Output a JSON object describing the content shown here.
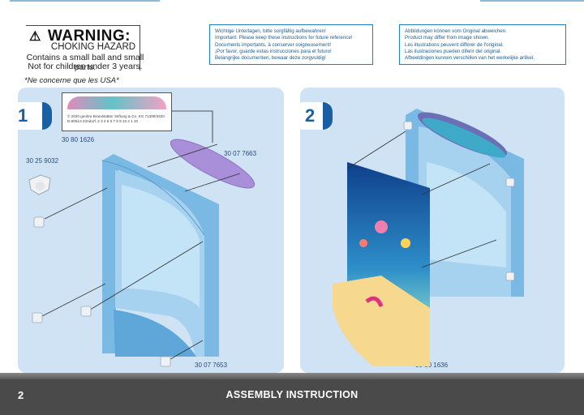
{
  "warning": {
    "title": "WARNING:",
    "subtitle": "CHOKING HAZARD",
    "line1": "Contains a small ball and small parts.",
    "line2": "Not for children under 3 years.",
    "usa_note": "*Ne concerne que les USA*"
  },
  "notice_left": [
    "Wichtige Unterlagen, bitte sorgfältig aufbewahren!",
    "Important: Please keep these instructions for future reference!",
    "Documents importants, à conserver soigneusement!",
    "¡Por favor, guarde estas instrucciones para el futuro!",
    "Belangrijke documenten, bewaar deze zorgvuldig!"
  ],
  "notice_right": [
    "Abbildungen können vom Original abweichen.",
    "Product may differ from image shown.",
    "Les illustrations peuvent différer de l'original.",
    "Las ilustraciones pueden diferir del original.",
    "Afbeeldingen kunnen verschillen van het werkelijke artikel."
  ],
  "step1": {
    "number": "1",
    "sticker_code": "30 80 1626",
    "sticker_fine": [
      "© 2020 geobra Brandstätter Stiftung & Co. KG   71309/3320",
      "D-90513 Zirndorf, 2 3 4 5 6 7 8 9 10   2 1 20"
    ],
    "part_lid": "30 07 7663",
    "part_clip": "30 25 9032",
    "part_box": "30 07 7653"
  },
  "step2": {
    "number": "2",
    "part_backdrop": "30 80 1636"
  },
  "footer": {
    "page_number": "2",
    "title": "ASSEMBLY INSTRUCTION"
  },
  "colors": {
    "panel_bg": "#cfe3f5",
    "accent_blue": "#1a5fa2",
    "box_blue": "#79b9e3",
    "lid_purple": "#a98fd9",
    "footer_gray": "#4a4a4a"
  }
}
